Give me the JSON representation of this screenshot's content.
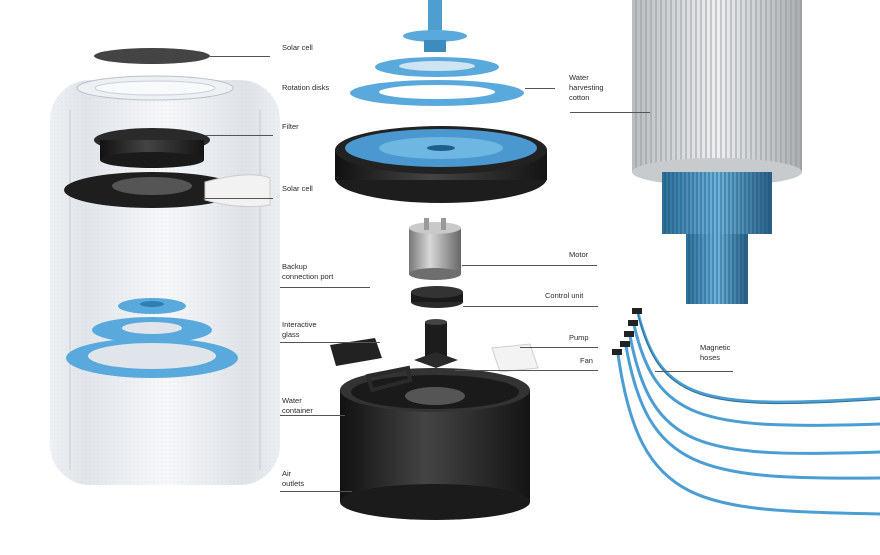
{
  "labels": {
    "solar_cell_top": "Solar cell",
    "rotation_disks": "Rotation disks",
    "filter": "Filter",
    "solar_cell_mid": "Solar cell",
    "backup_port": "Backup\nconnection port",
    "interactive_glass": "Interactive\nglass",
    "water_container": "Water\ncontainer",
    "air_outlets": "Air\noutlets",
    "water_harvesting_cotton": "Water\nharvesting\ncotton",
    "motor": "Motor",
    "control_unit": "Control unit",
    "pump": "Pump",
    "fan": "Fan",
    "magnetic_hoses": "Magnetic\nhoses"
  },
  "colors": {
    "blue": "#5aa9dd",
    "blue_dark": "#2f7fb5",
    "black": "#1f1f1f",
    "glass": "#dde3ea",
    "steel": "#a8a8a8",
    "fiber": "#cfd3d6"
  }
}
